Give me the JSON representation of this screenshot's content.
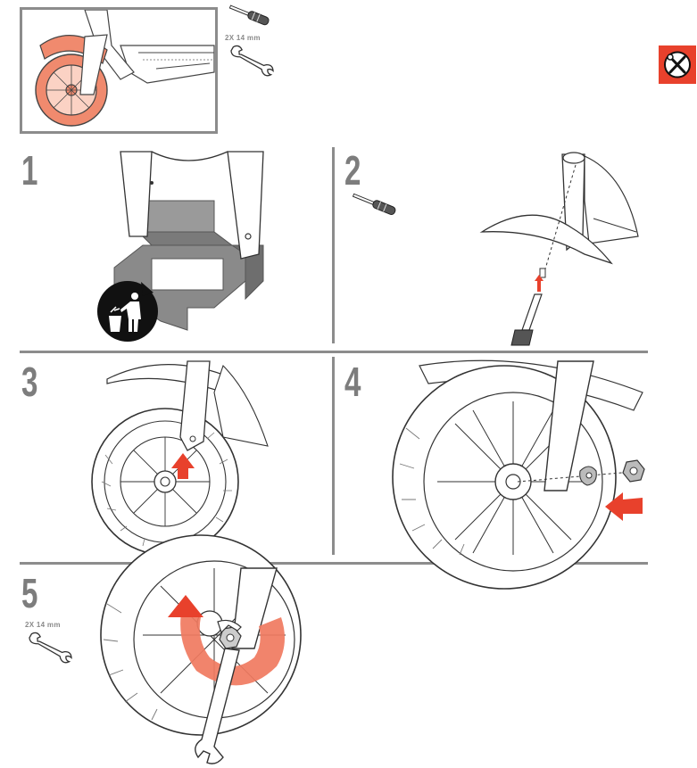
{
  "overview": {
    "tool_label": "2X 14 mm"
  },
  "steps": [
    {
      "number": "1"
    },
    {
      "number": "2"
    },
    {
      "number": "3"
    },
    {
      "number": "4"
    },
    {
      "number": "5",
      "tool_label": "2X 14 mm"
    }
  ],
  "colors": {
    "accent": "#e8412c",
    "highlight": "#f08a6e",
    "divider": "#8c8c8c",
    "step_number": "#7d7d7d",
    "line": "#333333"
  },
  "icons": {
    "tools_badge": "crossed-wrench-screwdriver-icon",
    "discard": "trash-person-icon",
    "screwdriver": "screwdriver-icon",
    "wrench": "wrench-icon"
  }
}
